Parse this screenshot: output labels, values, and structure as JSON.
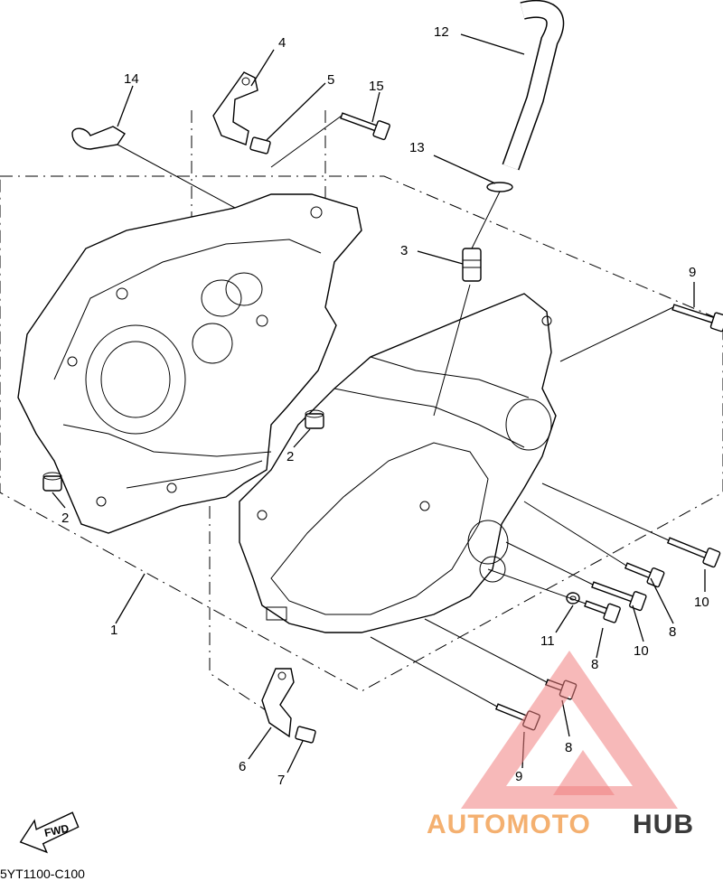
{
  "callouts": [
    {
      "id": "c1",
      "text": "1"
    },
    {
      "id": "c2a",
      "text": "2"
    },
    {
      "id": "c2b",
      "text": "2"
    },
    {
      "id": "c3",
      "text": "3"
    },
    {
      "id": "c4",
      "text": "4"
    },
    {
      "id": "c5",
      "text": "5"
    },
    {
      "id": "c6",
      "text": "6"
    },
    {
      "id": "c7",
      "text": "7"
    },
    {
      "id": "c8a",
      "text": "8"
    },
    {
      "id": "c8b",
      "text": "8"
    },
    {
      "id": "c8c",
      "text": "8"
    },
    {
      "id": "c9a",
      "text": "9"
    },
    {
      "id": "c9b",
      "text": "9"
    },
    {
      "id": "c10a",
      "text": "10"
    },
    {
      "id": "c10b",
      "text": "10"
    },
    {
      "id": "c11",
      "text": "11"
    },
    {
      "id": "c12",
      "text": "12"
    },
    {
      "id": "c13",
      "text": "13"
    },
    {
      "id": "c14",
      "text": "14"
    },
    {
      "id": "c15",
      "text": "15"
    }
  ],
  "direction_label": "FWD",
  "diagram_code": "5YT1100-C100",
  "watermark": {
    "part1": "AUTOMOTO",
    "part2": "HUB",
    "accent_color": "#f4b070",
    "dark_color": "#3a3a3a",
    "triangle_color": "#f08080"
  }
}
